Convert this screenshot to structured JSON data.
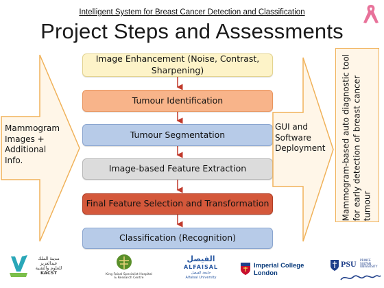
{
  "header": {
    "subtitle": "Intelligent System for Breast Cancer Detection and Classification",
    "title": "Project Steps and Assessments"
  },
  "input": {
    "label_lines": [
      "Mammogram",
      "Images +",
      "Additional",
      "Info."
    ]
  },
  "steps": [
    {
      "label_lines": [
        "Image Enhancement (Noise, Contrast,",
        "Sharpening)"
      ],
      "fill": "#fdf3c8"
    },
    {
      "label_lines": [
        "Tumour Identification"
      ],
      "fill": "#f8b48a"
    },
    {
      "label_lines": [
        "Tumour Segmentation"
      ],
      "fill": "#b7cbe8"
    },
    {
      "label_lines": [
        "Image-based Feature Extraction"
      ],
      "fill": "#dcdcdc"
    },
    {
      "label_lines": [
        "Final Feature Selection and Transformation"
      ],
      "fill": "#d4583b"
    },
    {
      "label_lines": [
        "Classification (Recognition)"
      ],
      "fill": "#b7cbe8"
    }
  ],
  "deployment": {
    "label_lines": [
      "GUI and",
      "Software",
      "Deployment"
    ]
  },
  "output": {
    "label_lines": [
      "Mammogram-based auto diagnostic tool",
      "for early detection of breast cancer",
      "tumour"
    ]
  },
  "logos": [
    {
      "name": "kacst",
      "text_lines": [
        "مدينة الملك عبدالعزيز",
        "للعلوم والتقنية",
        "KACST"
      ]
    },
    {
      "name": "king-faisal-hospital",
      "text_lines": [
        "King Faisal Specialist Hospital & Research Centre"
      ]
    },
    {
      "name": "alfaisal",
      "text_lines": [
        "الفيصل",
        "ALFAISAL",
        "جامعة الفيصل",
        "Alfaisal University"
      ]
    },
    {
      "name": "imperial",
      "text_lines": [
        "Imperial College",
        "London"
      ]
    },
    {
      "name": "psu",
      "text_lines": [
        "PSU",
        "PRINCE SULTAN UNIVERSITY"
      ]
    }
  ],
  "colors": {
    "connector": "#c0392b",
    "arrow_fill": "#fff6e8",
    "arrow_stroke": "#f0b25a",
    "output_border": "#f0b25a"
  }
}
